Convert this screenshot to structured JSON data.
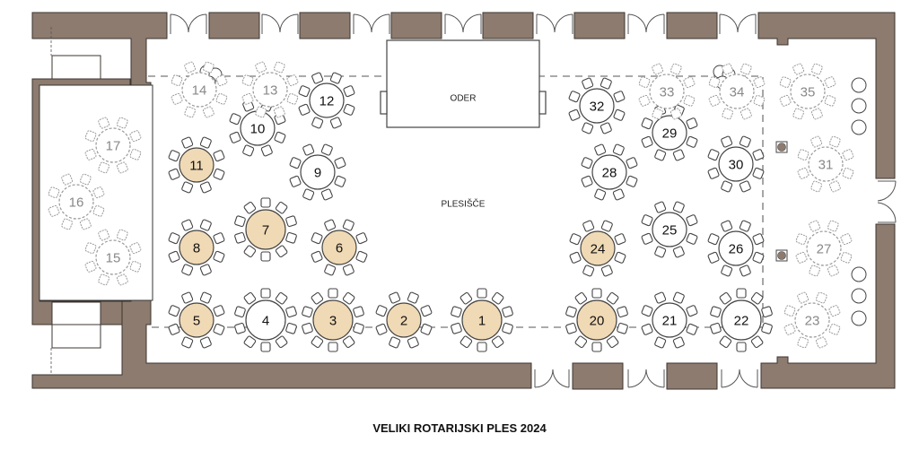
{
  "title": "VELIKI ROTARIJSKI PLES 2024",
  "labels": {
    "stage": "ODER",
    "dance_floor": "PLESIŠČE"
  },
  "colors": {
    "wall": "#8c7b6e",
    "reserved_table": "#f0d9b5",
    "free_table": "#ffffff",
    "inactive_table": "#9a9a9a"
  },
  "legend_states": {
    "reserved": "tan-filled table",
    "available": "white table",
    "inactive": "grey dashed table"
  },
  "tables": [
    {
      "number": "1",
      "state": "reserved"
    },
    {
      "number": "2",
      "state": "reserved"
    },
    {
      "number": "3",
      "state": "reserved"
    },
    {
      "number": "4",
      "state": "available"
    },
    {
      "number": "5",
      "state": "reserved"
    },
    {
      "number": "6",
      "state": "reserved"
    },
    {
      "number": "7",
      "state": "reserved"
    },
    {
      "number": "8",
      "state": "reserved"
    },
    {
      "number": "9",
      "state": "available"
    },
    {
      "number": "10",
      "state": "available"
    },
    {
      "number": "11",
      "state": "reserved"
    },
    {
      "number": "12",
      "state": "available"
    },
    {
      "number": "13",
      "state": "inactive"
    },
    {
      "number": "14",
      "state": "inactive"
    },
    {
      "number": "15",
      "state": "inactive"
    },
    {
      "number": "16",
      "state": "inactive"
    },
    {
      "number": "17",
      "state": "inactive"
    },
    {
      "number": "20",
      "state": "reserved"
    },
    {
      "number": "21",
      "state": "available"
    },
    {
      "number": "22",
      "state": "available"
    },
    {
      "number": "23",
      "state": "inactive"
    },
    {
      "number": "24",
      "state": "reserved"
    },
    {
      "number": "25",
      "state": "available"
    },
    {
      "number": "26",
      "state": "available"
    },
    {
      "number": "27",
      "state": "inactive"
    },
    {
      "number": "28",
      "state": "available"
    },
    {
      "number": "29",
      "state": "available"
    },
    {
      "number": "30",
      "state": "available"
    },
    {
      "number": "31",
      "state": "inactive"
    },
    {
      "number": "32",
      "state": "available"
    },
    {
      "number": "33",
      "state": "inactive"
    },
    {
      "number": "34",
      "state": "inactive"
    },
    {
      "number": "35",
      "state": "inactive"
    }
  ]
}
